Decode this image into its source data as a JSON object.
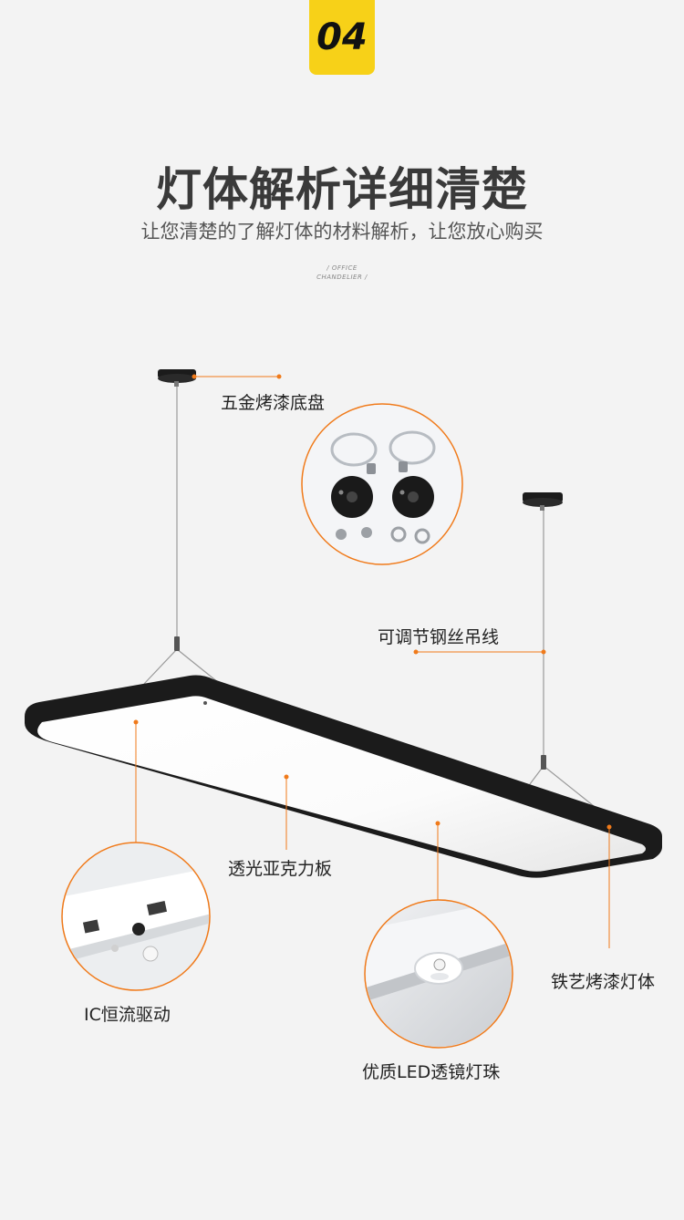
{
  "section": {
    "number": "04"
  },
  "header": {
    "title": "灯体解析详细清楚",
    "subtitle": "让您清楚的了解灯体的材料解析，让您放心购买",
    "tag_line1": "/ OFFICE",
    "tag_line2": "CHANDELIER /"
  },
  "callouts": {
    "base": "五金烤漆底盘",
    "wire": "可调节钢丝吊线",
    "panel": "透光亚克力板",
    "frame": "铁艺烤漆灯体",
    "driver": "IC恒流驱动",
    "led": "优质LED透镜灯珠"
  },
  "colors": {
    "accent": "#f7d118",
    "leader": "#f07a1a",
    "frame": "#1b1b1b"
  }
}
